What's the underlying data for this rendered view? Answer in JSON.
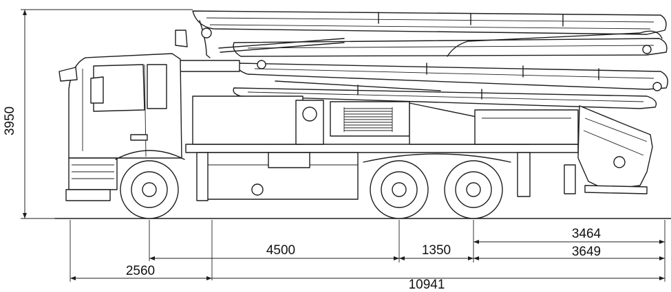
{
  "dimensions": {
    "height": "3950",
    "boom_rear": "3464",
    "cab_to_axle": "4500",
    "axle_spacing": "1350",
    "rear_overhang": "3649",
    "front_to_mid": "2560",
    "total_length": "10941"
  },
  "colors": {
    "line": "#1d1d1d",
    "background": "#ffffff"
  }
}
